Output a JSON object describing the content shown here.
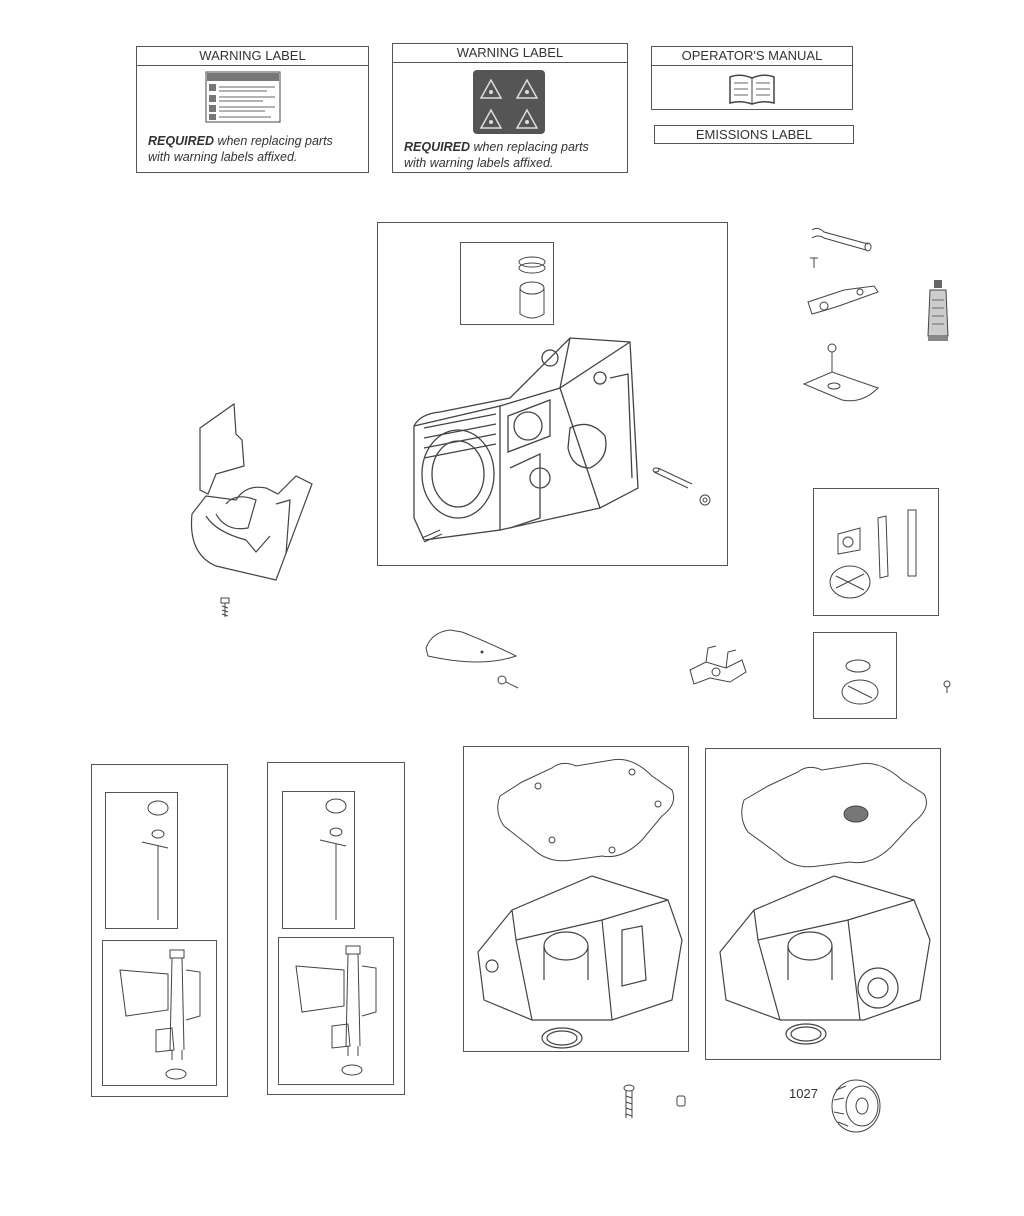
{
  "labels": {
    "warning_1": {
      "title": "WARNING LABEL",
      "req_bold": "REQUIRED",
      "req_rest_1": " when replacing parts",
      "req_line_2": "with warning labels affixed."
    },
    "warning_2": {
      "title": "WARNING LABEL",
      "req_bold": "REQUIRED",
      "req_rest_1": " when replacing parts",
      "req_line_2": "with warning labels affixed."
    },
    "operators_manual": {
      "title": "OPERATOR'S MANUAL"
    },
    "emissions": {
      "title": "EMISSIONS LABEL"
    }
  },
  "callouts": {
    "flywheel_ref": "1027"
  },
  "icons": {
    "manual": "book-icon",
    "warning_symbols": "warning-triangle-icon"
  },
  "colors": {
    "line": "#444444",
    "background": "#ffffff"
  }
}
